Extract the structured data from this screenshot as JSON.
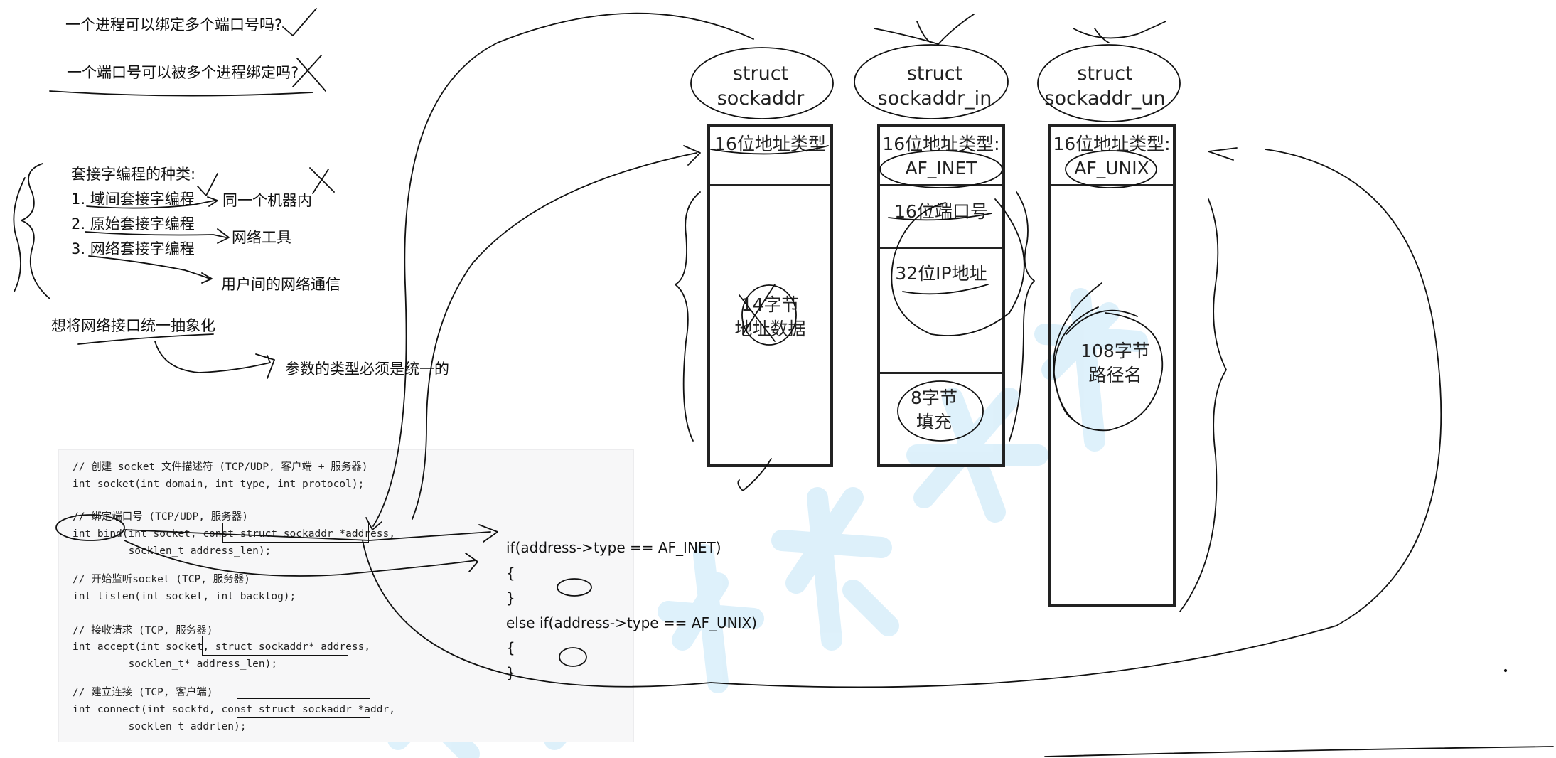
{
  "notes": {
    "q1": "一个进程可以绑定多个端口号吗?",
    "q2": "一个端口号可以被多个进程绑定吗?",
    "types_title": "套接字编程的种类:",
    "type1": "1. 域间套接字编程",
    "type2": "2. 原始套接字编程",
    "type3": "3. 网络套接字编程",
    "type1_note": "同一个机器内",
    "type2_note": "网络工具",
    "type3_note": "用户间的网络通信",
    "abstract": "想将网络接口统一抽象化",
    "unify": "参数的类型必须是统一的"
  },
  "code": {
    "l1": "// 创建 socket 文件描述符 (TCP/UDP, 客户端 + 服务器)",
    "l2": "int socket(int domain, int type, int protocol);",
    "l3": "// 绑定端口号 (TCP/UDP, 服务器)",
    "l4": "int bind(int socket, const struct sockaddr *address,",
    "l5": "         socklen_t address_len);",
    "l6": "// 开始监听socket (TCP, 服务器)",
    "l7": "int listen(int socket, int backlog);",
    "l8": "// 接收请求 (TCP, 服务器)",
    "l9": "int accept(int socket, struct sockaddr* address,",
    "l10": "         socklen_t* address_len);",
    "l11": "// 建立连接 (TCP, 客户端)",
    "l12": "int connect(int sockfd, const struct sockaddr *addr,",
    "l13": "         socklen_t addrlen);"
  },
  "snippet": {
    "s1": "if(address->type == AF_INET)",
    "s2": "{",
    "s3": "}",
    "s4": "else if(address->type == AF_UNIX)",
    "s5": "{",
    "s6": "}"
  },
  "structs": {
    "sockaddr": {
      "title": "struct\nsockaddr",
      "field1": "16位地址类型",
      "field2": "14字节\n地址数据"
    },
    "sockaddr_in": {
      "title": "struct\nsockaddr_in",
      "field1": "16位地址类型:\nAF_INET",
      "field2": "16位端口号",
      "field3": "32位IP地址",
      "field4": "8字节\n填充"
    },
    "sockaddr_un": {
      "title": "struct\nsockaddr_un",
      "field1": "16位地址类型:\nAF_UNIX",
      "field2": "108字节\n路径名"
    }
  },
  "colors": {
    "ink": "#111111",
    "code_bg": "#f7f7f8",
    "watermark": "#d8eefa"
  }
}
